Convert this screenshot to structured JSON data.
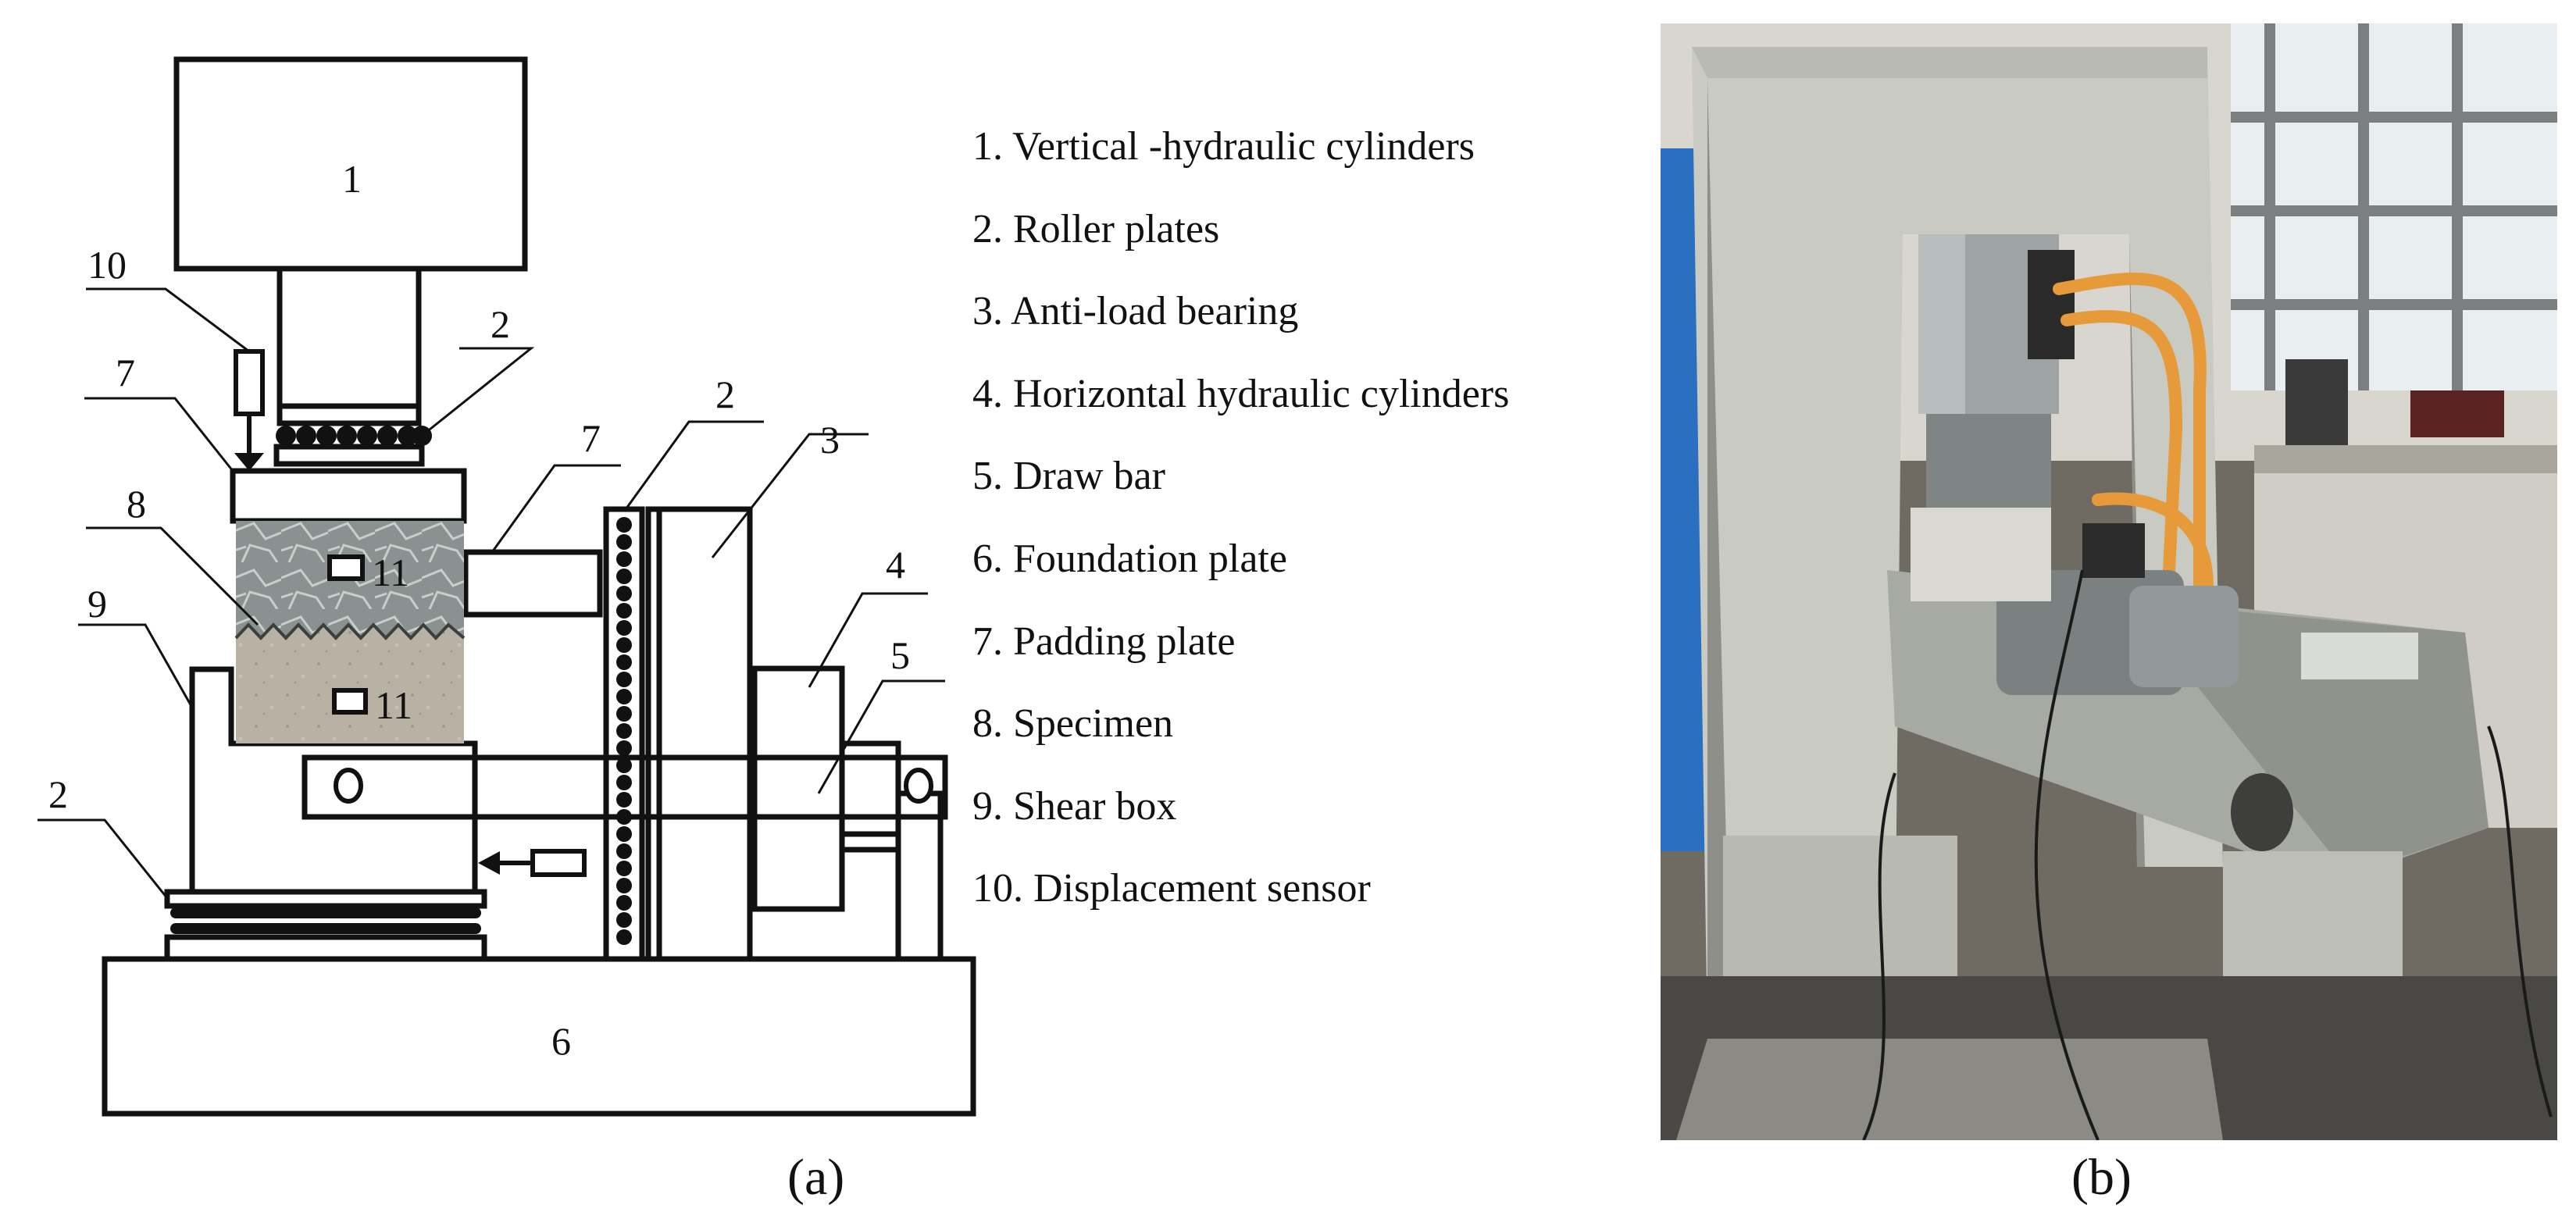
{
  "labels": {
    "n1": "1",
    "n2a": "2",
    "n2b": "2",
    "n2c": "2",
    "n3": "3",
    "n4": "4",
    "n5": "5",
    "n6": "6",
    "n7a": "7",
    "n7b": "7",
    "n8": "8",
    "n9": "9",
    "n10": "10",
    "n11a": "11",
    "n11b": "11"
  },
  "legend": [
    "1. Vertical -hydraulic cylinders",
    "2. Roller plates",
    "3. Anti-load bearing",
    "4. Horizontal hydraulic cylinders",
    "5. Draw bar",
    "6. Foundation plate",
    "7. Padding plate",
    "8. Specimen",
    "9. Shear box",
    "10. Displacement sensor"
  ],
  "captions": {
    "a": "(a)",
    "b": "(b)"
  },
  "colors": {
    "line": "#111111",
    "specimen_top": "#8a9190",
    "specimen_bottom": "#b8b1a4",
    "machine_body": "#c9cbc2",
    "machine_shadow": "#8d8f88",
    "cable": "#e69a3a",
    "window": "#e9eef0",
    "blue_cabinet": "#2a6fc0"
  }
}
